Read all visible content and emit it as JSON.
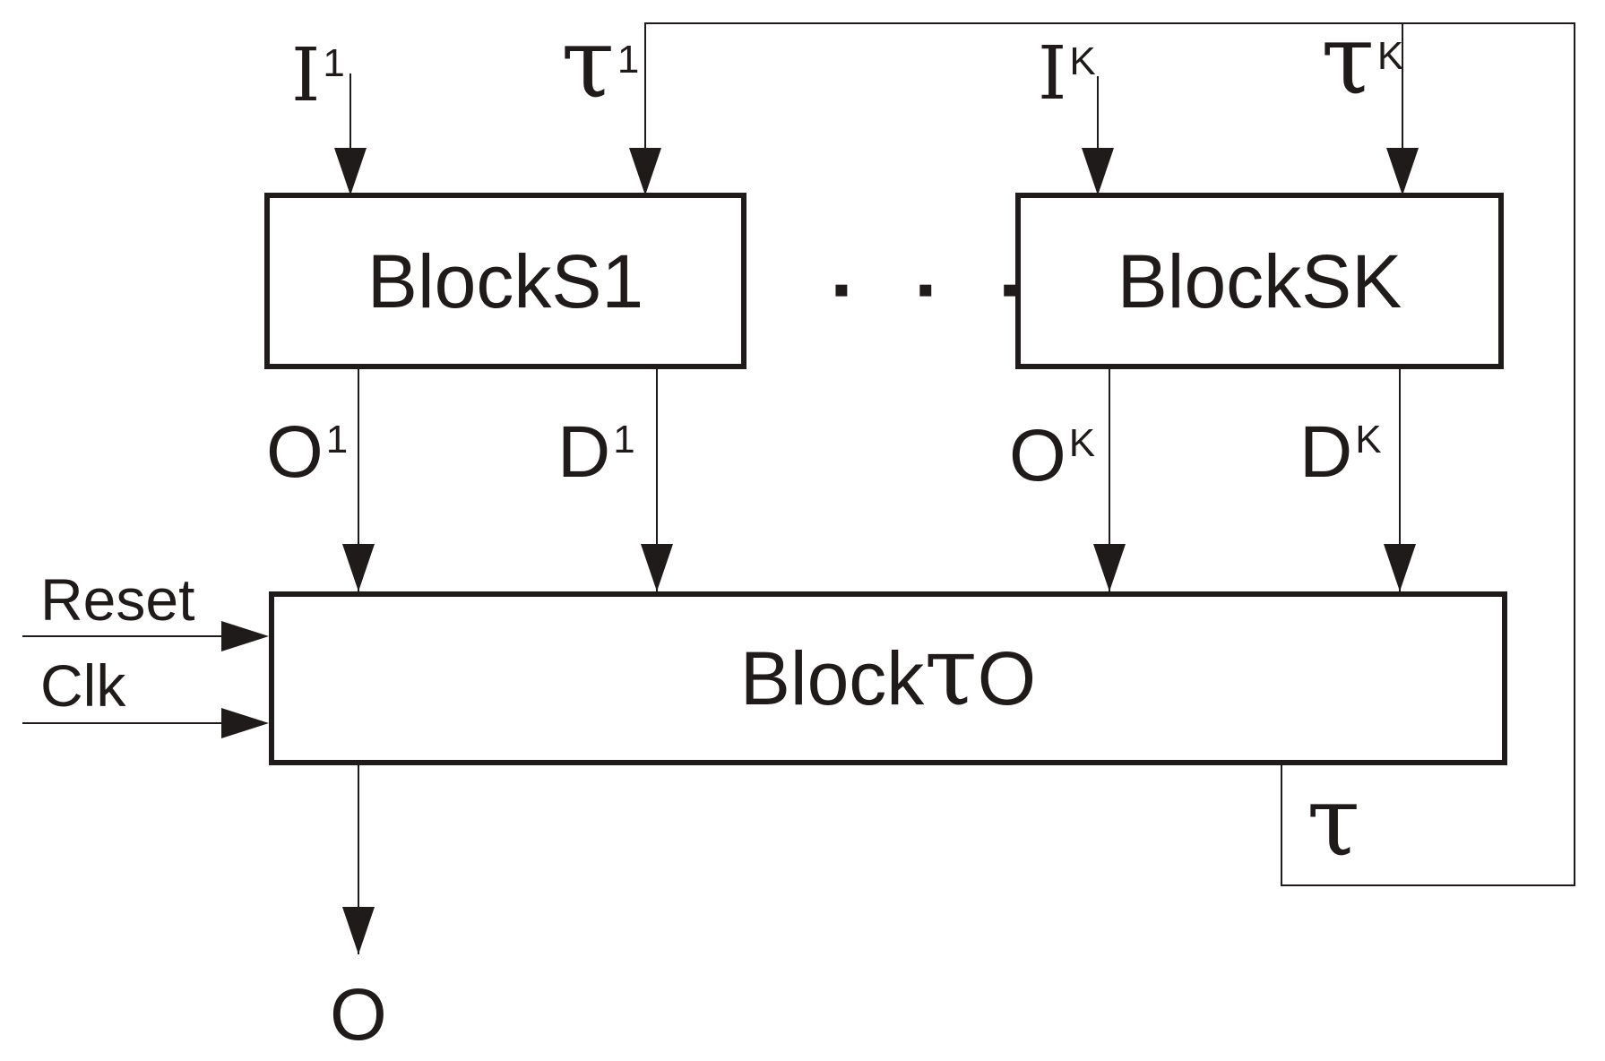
{
  "diagram": {
    "title": "Block diagram with BlockS1..BlockSK feeding BlockτO with τ feedback loop",
    "background": "#ffffff",
    "ink": "#1e1b1a"
  },
  "blocks": {
    "s1": {
      "label": "BlockS1"
    },
    "sk": {
      "label": "BlockSK"
    },
    "tau_o": {
      "pre": "Block",
      "tau": "τ",
      "post": "O"
    }
  },
  "signals": {
    "i1": {
      "base": "I",
      "sup": "1"
    },
    "tau1": {
      "base": "τ",
      "sup": "1"
    },
    "ik": {
      "base": "I",
      "sup": "K"
    },
    "tauk": {
      "base": "τ",
      "sup": "K"
    },
    "o1": {
      "base": "O",
      "sup": "1"
    },
    "d1": {
      "base": "D",
      "sup": "1"
    },
    "ok": {
      "base": "O",
      "sup": "K"
    },
    "dk": {
      "base": "D",
      "sup": "K"
    },
    "reset": "Reset",
    "clk": "Clk",
    "tau_feedback": "τ",
    "o_output": "O",
    "ellipsis": "▪ ▪ ▪"
  }
}
